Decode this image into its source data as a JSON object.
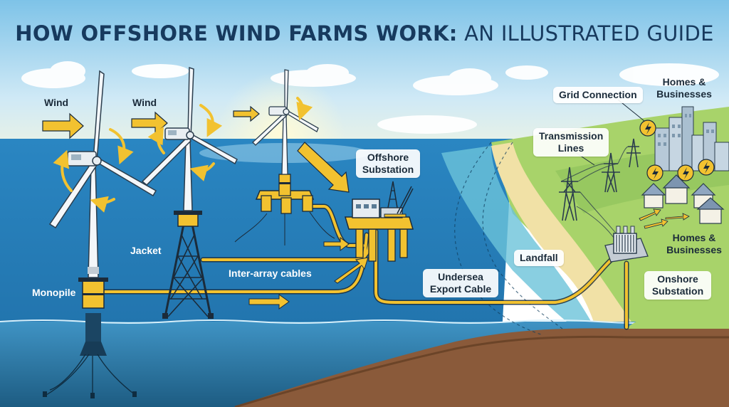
{
  "title": {
    "bold": "HOW OFFSHORE WIND FARMS WORK:",
    "light": "AN ILLUSTRATED GUIDE"
  },
  "labels": {
    "wind_1": "Wind",
    "wind_2": "Wind",
    "jacket": "Jacket",
    "monopile": "Monopile",
    "inter_array": "Inter-array cables",
    "offshore_substation": [
      "Offshore",
      "Substation"
    ],
    "undersea_export_cable": [
      "Undersea",
      "Export Cable"
    ],
    "landfall": "Landfall",
    "onshore_substation": [
      "Onshore",
      "Substation"
    ],
    "transmission_lines": [
      "Transmission",
      "Lines"
    ],
    "grid_connection": "Grid Connection",
    "homes_top": [
      "Homes &",
      "Businesses"
    ],
    "homes_bottom": [
      "Homes &",
      "Businesses"
    ]
  },
  "colors": {
    "sky_top": "#7ec3e8",
    "sea": "#2a86c2",
    "deep_sea": "#1f5e86",
    "land": "#a8d36a",
    "seabed": "#8a5a3a",
    "cable": "#f2c230",
    "arrow": "#f2c230",
    "title": "#173a5e"
  },
  "icons": [
    "wind-arrow-icon",
    "rotation-arrow-icon",
    "lightning-bolt-icon"
  ]
}
